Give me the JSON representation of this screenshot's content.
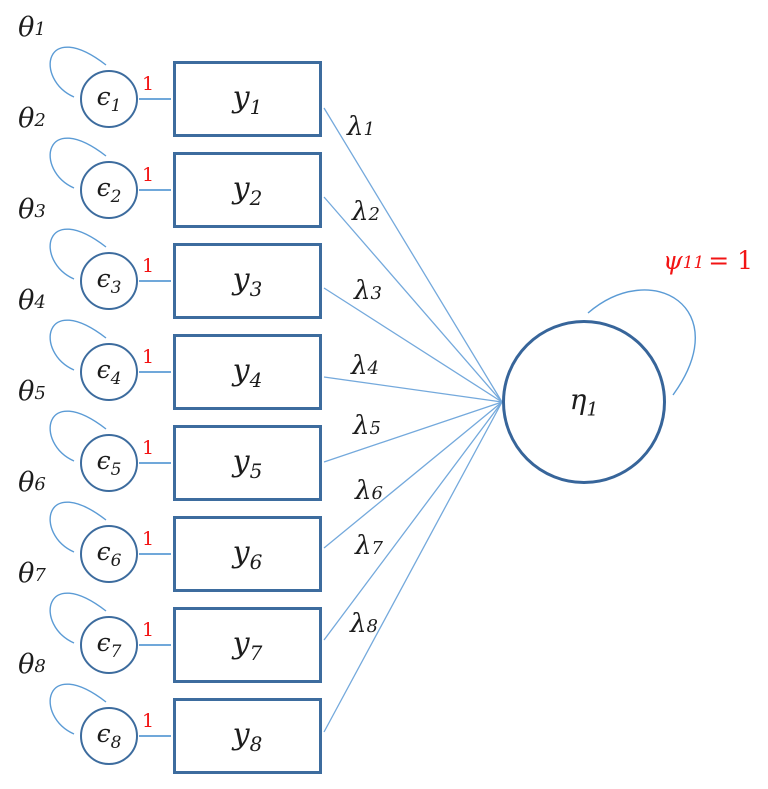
{
  "colors": {
    "connector_blue": "#5B9BD5",
    "node_border_blue": "#3D6C9E",
    "text": "#1c1c1c",
    "accent_red": "#F21414"
  },
  "latent": {
    "name": {
      "base": "η",
      "sub": "1"
    },
    "variance_label": {
      "base": "ψ",
      "sub": "11",
      "suffix": "= 1"
    }
  },
  "indicators": [
    {
      "observed": {
        "base": "y",
        "sub": "1"
      },
      "error": {
        "base": "ϵ",
        "sub": "1"
      },
      "error_variance": {
        "base": "θ",
        "sub": "1"
      },
      "loading": {
        "base": "λ",
        "sub": "1"
      },
      "fixed_weight": "1"
    },
    {
      "observed": {
        "base": "y",
        "sub": "2"
      },
      "error": {
        "base": "ϵ",
        "sub": "2"
      },
      "error_variance": {
        "base": "θ",
        "sub": "2"
      },
      "loading": {
        "base": "λ",
        "sub": "2"
      },
      "fixed_weight": "1"
    },
    {
      "observed": {
        "base": "y",
        "sub": "3"
      },
      "error": {
        "base": "ϵ",
        "sub": "3"
      },
      "error_variance": {
        "base": "θ",
        "sub": "3"
      },
      "loading": {
        "base": "λ",
        "sub": "3"
      },
      "fixed_weight": "1"
    },
    {
      "observed": {
        "base": "y",
        "sub": "4"
      },
      "error": {
        "base": "ϵ",
        "sub": "4"
      },
      "error_variance": {
        "base": "θ",
        "sub": "4"
      },
      "loading": {
        "base": "λ",
        "sub": "4"
      },
      "fixed_weight": "1"
    },
    {
      "observed": {
        "base": "y",
        "sub": "5"
      },
      "error": {
        "base": "ϵ",
        "sub": "5"
      },
      "error_variance": {
        "base": "θ",
        "sub": "5"
      },
      "loading": {
        "base": "λ",
        "sub": "5"
      },
      "fixed_weight": "1"
    },
    {
      "observed": {
        "base": "y",
        "sub": "6"
      },
      "error": {
        "base": "ϵ",
        "sub": "6"
      },
      "error_variance": {
        "base": "θ",
        "sub": "6"
      },
      "loading": {
        "base": "λ",
        "sub": "6"
      },
      "fixed_weight": "1"
    },
    {
      "observed": {
        "base": "y",
        "sub": "7"
      },
      "error": {
        "base": "ϵ",
        "sub": "7"
      },
      "error_variance": {
        "base": "θ",
        "sub": "7"
      },
      "loading": {
        "base": "λ",
        "sub": "7"
      },
      "fixed_weight": "1"
    },
    {
      "observed": {
        "base": "y",
        "sub": "8"
      },
      "error": {
        "base": "ϵ",
        "sub": "8"
      },
      "error_variance": {
        "base": "θ",
        "sub": "8"
      },
      "loading": {
        "base": "λ",
        "sub": "8"
      },
      "fixed_weight": "1"
    }
  ]
}
